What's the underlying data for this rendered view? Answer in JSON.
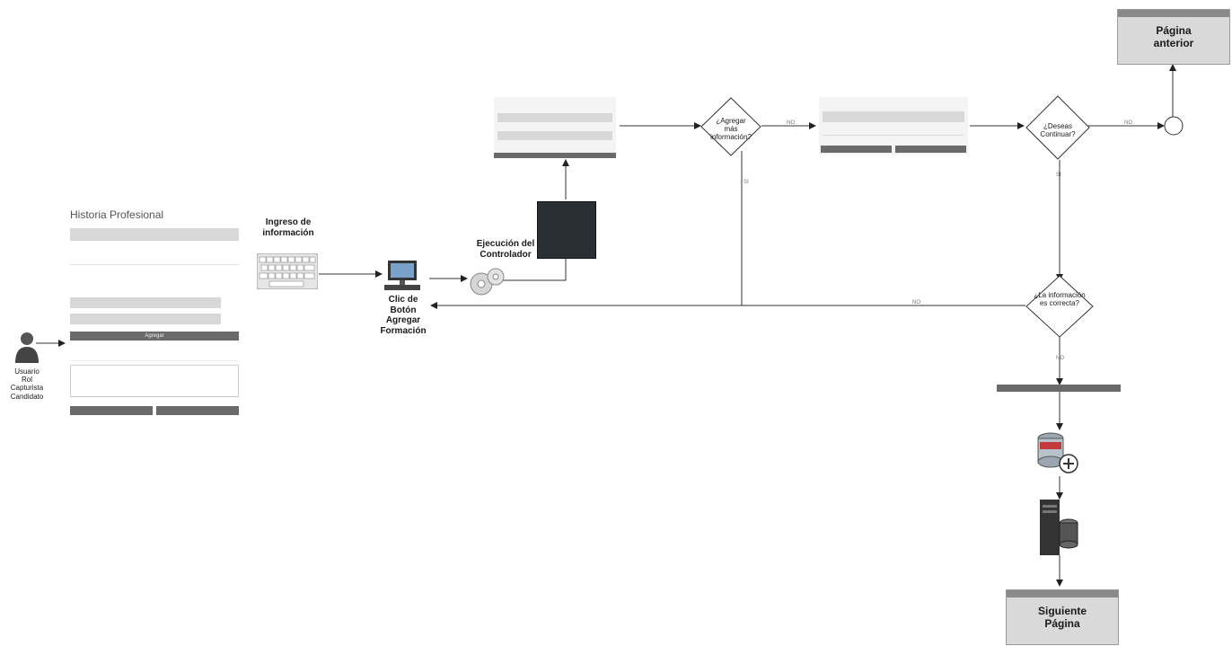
{
  "actor": {
    "label": "Usuario Rol Capturista Candidato"
  },
  "form": {
    "title": "Historia Profesional",
    "add_button": "Agregar"
  },
  "steps": {
    "input": "Ingreso de información",
    "click": "Clic de Botón Agregar Formación",
    "controller": "Ejecución del Controlador"
  },
  "decisions": {
    "more_info": "¿Agregar más información?",
    "continue": "¿Deseas Continuar?",
    "correct": "¿La información es correcta?"
  },
  "flow_labels": {
    "no_more": "NO",
    "yes_more": "SI",
    "no_continue": "NO",
    "yes_continue": "SI",
    "no_correct": "NO",
    "yes_correct": "NO"
  },
  "pages": {
    "previous": "Página anterior",
    "next": "Siguiente Página"
  }
}
